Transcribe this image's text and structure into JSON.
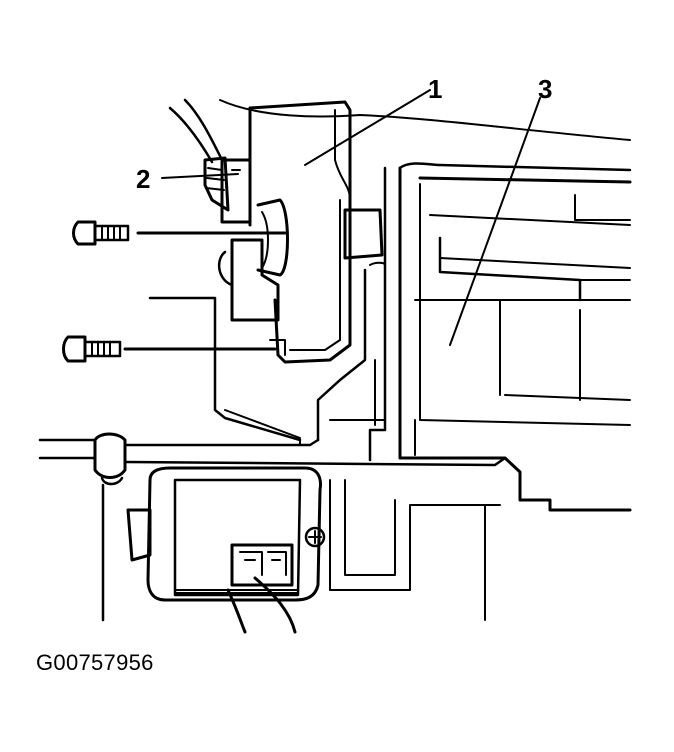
{
  "diagram": {
    "callouts": [
      {
        "id": "1",
        "label": "1"
      },
      {
        "id": "2",
        "label": "2"
      },
      {
        "id": "3",
        "label": "3"
      }
    ],
    "figure_id": "G00757956"
  },
  "colors": {
    "line": "#000000",
    "background": "#ffffff"
  }
}
